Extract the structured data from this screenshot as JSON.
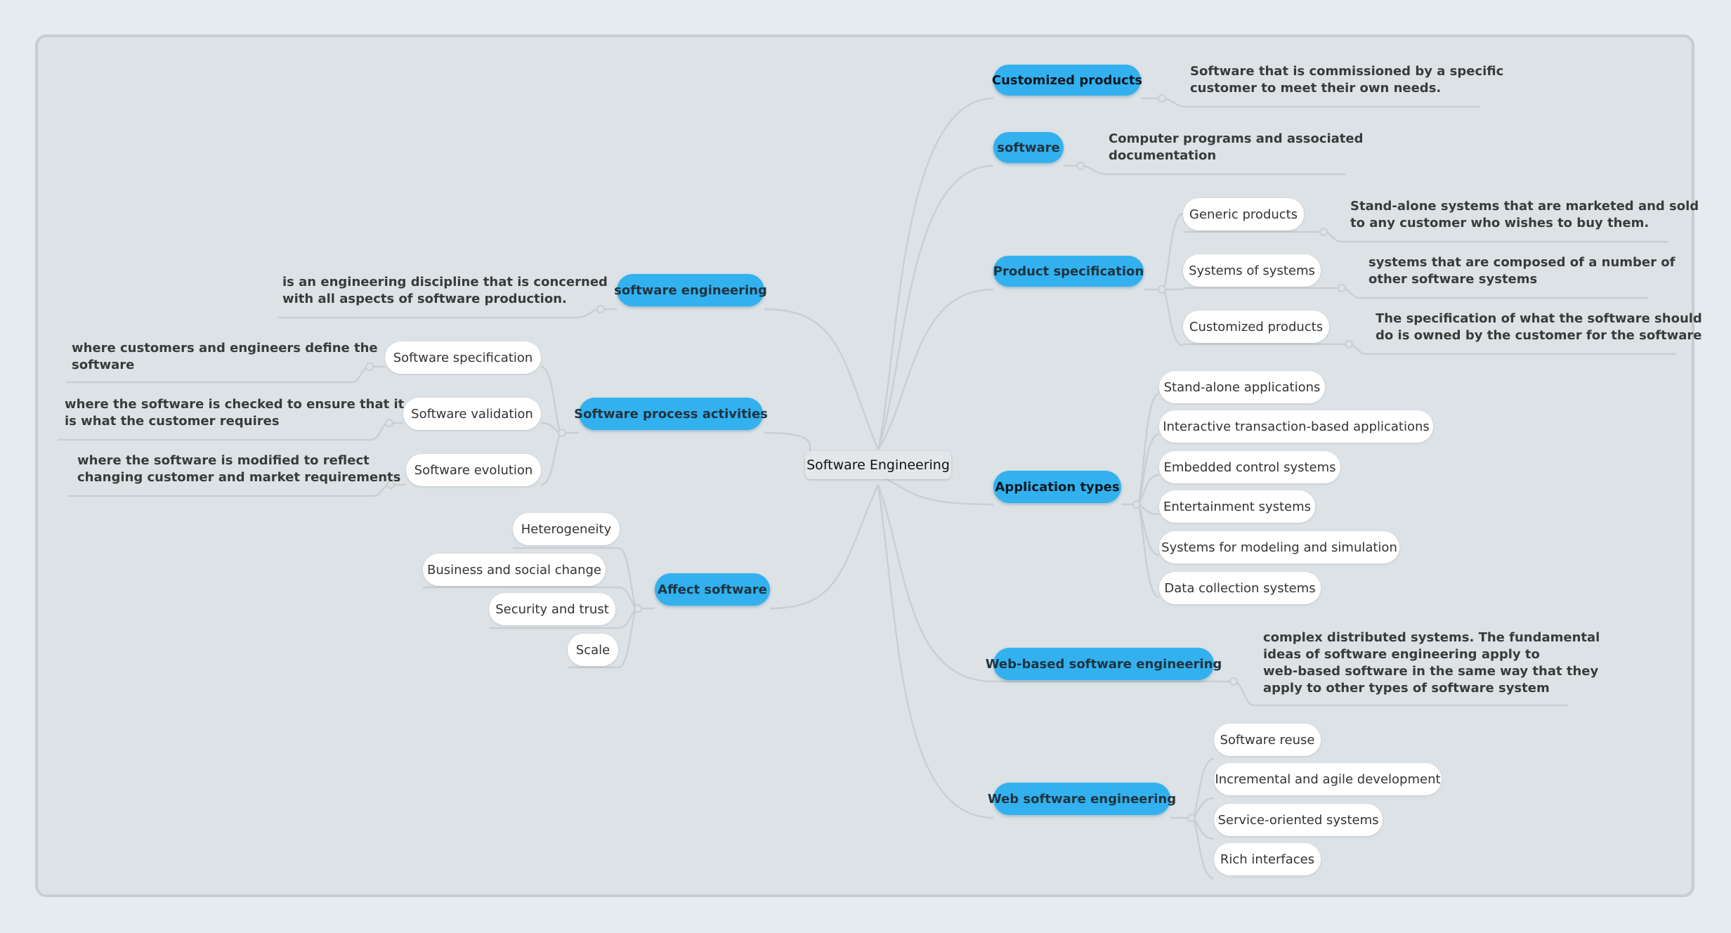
{
  "root": {
    "label": "Software Engineering"
  },
  "topics": {
    "customized_products": {
      "label": "Customized products",
      "note": "Software that is commissioned by a specific\ncustomer to meet their own needs."
    },
    "software": {
      "label": "software",
      "note": "Computer programs and associated\ndocumentation"
    },
    "product_specification": {
      "label": "Product specification",
      "children": [
        {
          "label": "Generic products",
          "note": "Stand-alone systems that are marketed and sold\nto any customer who wishes to buy them."
        },
        {
          "label": "Systems of systems",
          "note": "systems that are composed of a number of\nother software systems"
        },
        {
          "label": "Customized products",
          "note": "The specification of what the software should\ndo is owned by the customer for the software"
        }
      ]
    },
    "application_types": {
      "label": "Application types",
      "children": [
        {
          "label": "Stand-alone applications"
        },
        {
          "label": "Interactive transaction-based applications"
        },
        {
          "label": "Embedded control systems"
        },
        {
          "label": "Entertainment systems"
        },
        {
          "label": "Systems for modeling and simulation"
        },
        {
          "label": "Data collection systems"
        }
      ]
    },
    "web_based_software_engineering": {
      "label": "Web-based software engineering",
      "note": "complex distributed systems. The fundamental\nideas of software engineering apply to\nweb-based software in the same way that they\napply to other types of software system"
    },
    "web_software_engineering": {
      "label": "Web software engineering",
      "children": [
        {
          "label": "Software reuse"
        },
        {
          "label": "Incremental and agile development"
        },
        {
          "label": "Service-oriented systems"
        },
        {
          "label": "Rich interfaces"
        }
      ]
    },
    "software_engineering": {
      "label": "software engineering",
      "note": "is an engineering discipline that is concerned\nwith all aspects of software production."
    },
    "software_process_activities": {
      "label": "Software process activities",
      "children": [
        {
          "label": "Software specification",
          "note": "where customers and engineers define the\nsoftware"
        },
        {
          "label": "Software validation",
          "note": "where the software is checked to ensure that it\nis what the customer requires"
        },
        {
          "label": "Software evolution",
          "note": "where the software is modified to reflect\nchanging customer and market requirements"
        }
      ]
    },
    "affect_software": {
      "label": "Affect software",
      "children": [
        {
          "label": "Heterogeneity"
        },
        {
          "label": "Business and social change"
        },
        {
          "label": "Security and trust"
        },
        {
          "label": "Scale"
        }
      ]
    }
  },
  "colors": {
    "background": "#e5ebee",
    "canvas": "#dde2e6",
    "main_topic": "#32b1ee",
    "sub_topic": "#ffffff",
    "connector": "#c9ced2"
  }
}
